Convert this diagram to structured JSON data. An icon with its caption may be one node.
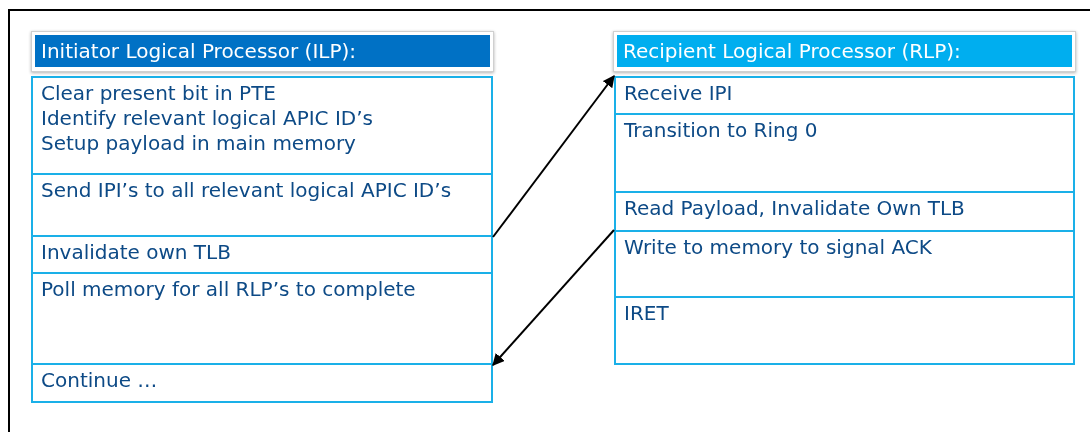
{
  "diagram": {
    "nodes": [
      {
        "text": [
          "Initiator Logical Processor (ILP):"
        ]
      },
      {
        "text": [
          "Clear present bit in PTE",
          "Identify relevant logical APIC ID’s",
          "Setup payload in main memory"
        ]
      },
      {
        "text": [
          "Send IPI’s to all relevant logical APIC ID’s"
        ]
      },
      {
        "text": [
          "Invalidate own TLB"
        ]
      },
      {
        "text": [
          "Poll memory for all RLP’s to complete"
        ]
      },
      {
        "text": [
          "Continue …"
        ]
      },
      {
        "text": [
          "Recipient Logical Processor (RLP):"
        ]
      },
      {
        "text": [
          "Receive IPI"
        ]
      },
      {
        "text": [
          "Transition to Ring 0"
        ]
      },
      {
        "text": [
          "Read Payload, Invalidate Own TLB"
        ]
      },
      {
        "text": [
          "Write to memory to signal ACK"
        ]
      },
      {
        "text": [
          "IRET"
        ]
      }
    ],
    "edges": [
      {
        "from": 2,
        "to": 7,
        "arrow": "to"
      },
      {
        "from": 10,
        "to": 4,
        "arrow": "to"
      }
    ]
  }
}
